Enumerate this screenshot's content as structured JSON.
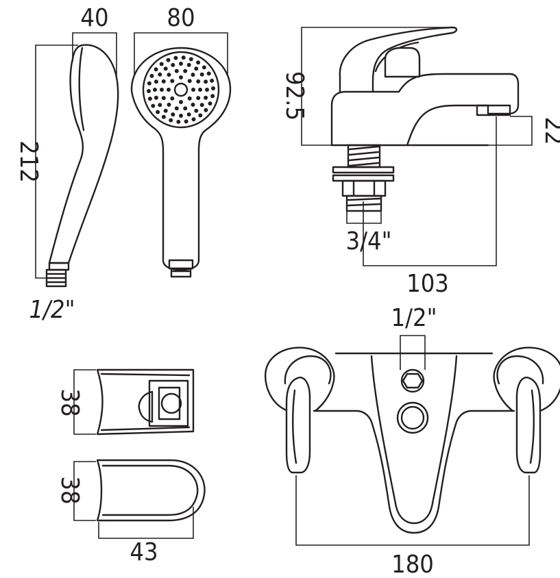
{
  "dimensions": {
    "handset_depth": "40",
    "handset_face_width": "80",
    "handset_length": "212",
    "handset_thread": "1/2\"",
    "mixer_height": "92.5",
    "spout_outlet_height": "22",
    "tail_thread": "3/4\"",
    "spout_projection": "103",
    "outlet_thread": "1/2\"",
    "holder_height": "38",
    "wall_bracket_height": "38",
    "wall_bracket_depth": "43",
    "tap_centres": "180"
  },
  "colors": {
    "line": "#231f20",
    "background": "#ffffff"
  }
}
